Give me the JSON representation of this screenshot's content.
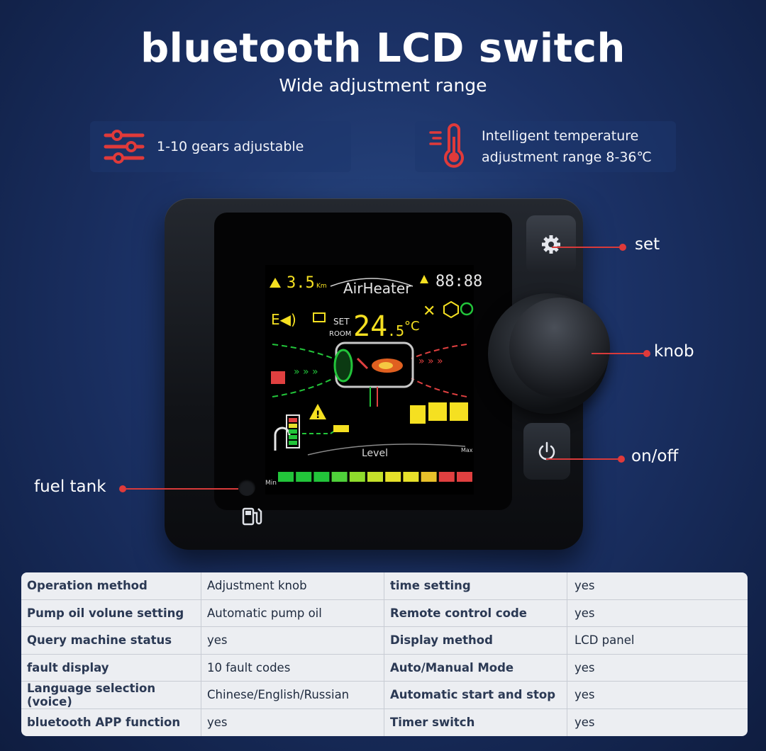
{
  "header": {
    "title": "bluetooth LCD switch",
    "subtitle": "Wide adjustment range"
  },
  "features": [
    {
      "icon": "sliders-icon",
      "lines": [
        "1-10 gears adjustable"
      ]
    },
    {
      "icon": "thermometer-icon",
      "lines": [
        "Intelligent temperature",
        "adjustment range 8-36℃"
      ]
    }
  ],
  "lcd": {
    "distance": "3.5",
    "distance_unit": "Km",
    "clock": "88:88",
    "brand": "AirHeater",
    "set_label": "SET",
    "room_label": "ROOM",
    "temperature": "24",
    "temperature_decimal": ".5",
    "temperature_unit": "°C",
    "level_label": "Level",
    "min_label": "Min",
    "max_label": "Max",
    "level_colors": [
      "#22c43a",
      "#22c43a",
      "#22c43a",
      "#4fd13a",
      "#8fdc2c",
      "#c4e02a",
      "#e6e02a",
      "#e6e02a",
      "#e8c02a",
      "#e04040",
      "#e04040"
    ]
  },
  "callouts": {
    "set": "set",
    "knob": "knob",
    "on_off": "on/off",
    "fuel_tank": "fuel tank"
  },
  "specs": [
    [
      "Operation method",
      "Adjustment knob",
      "time setting",
      "yes"
    ],
    [
      "Pump oil volune setting",
      "Automatic pump oil",
      "Remote control code",
      "yes"
    ],
    [
      "Query machine status",
      "yes",
      "Display method",
      "LCD panel"
    ],
    [
      "fault display",
      "10 fault codes",
      "Auto/Manual Mode",
      "yes"
    ],
    [
      "Language selection (voice)",
      "Chinese/English/Russian",
      "Automatic start and stop",
      "yes"
    ],
    [
      "bluetooth APP function",
      "yes",
      "Timer switch",
      "yes"
    ]
  ],
  "colors": {
    "accent_red": "#e03a3a",
    "lcd_green": "#22c43a",
    "lcd_yellow": "#f5e021"
  }
}
